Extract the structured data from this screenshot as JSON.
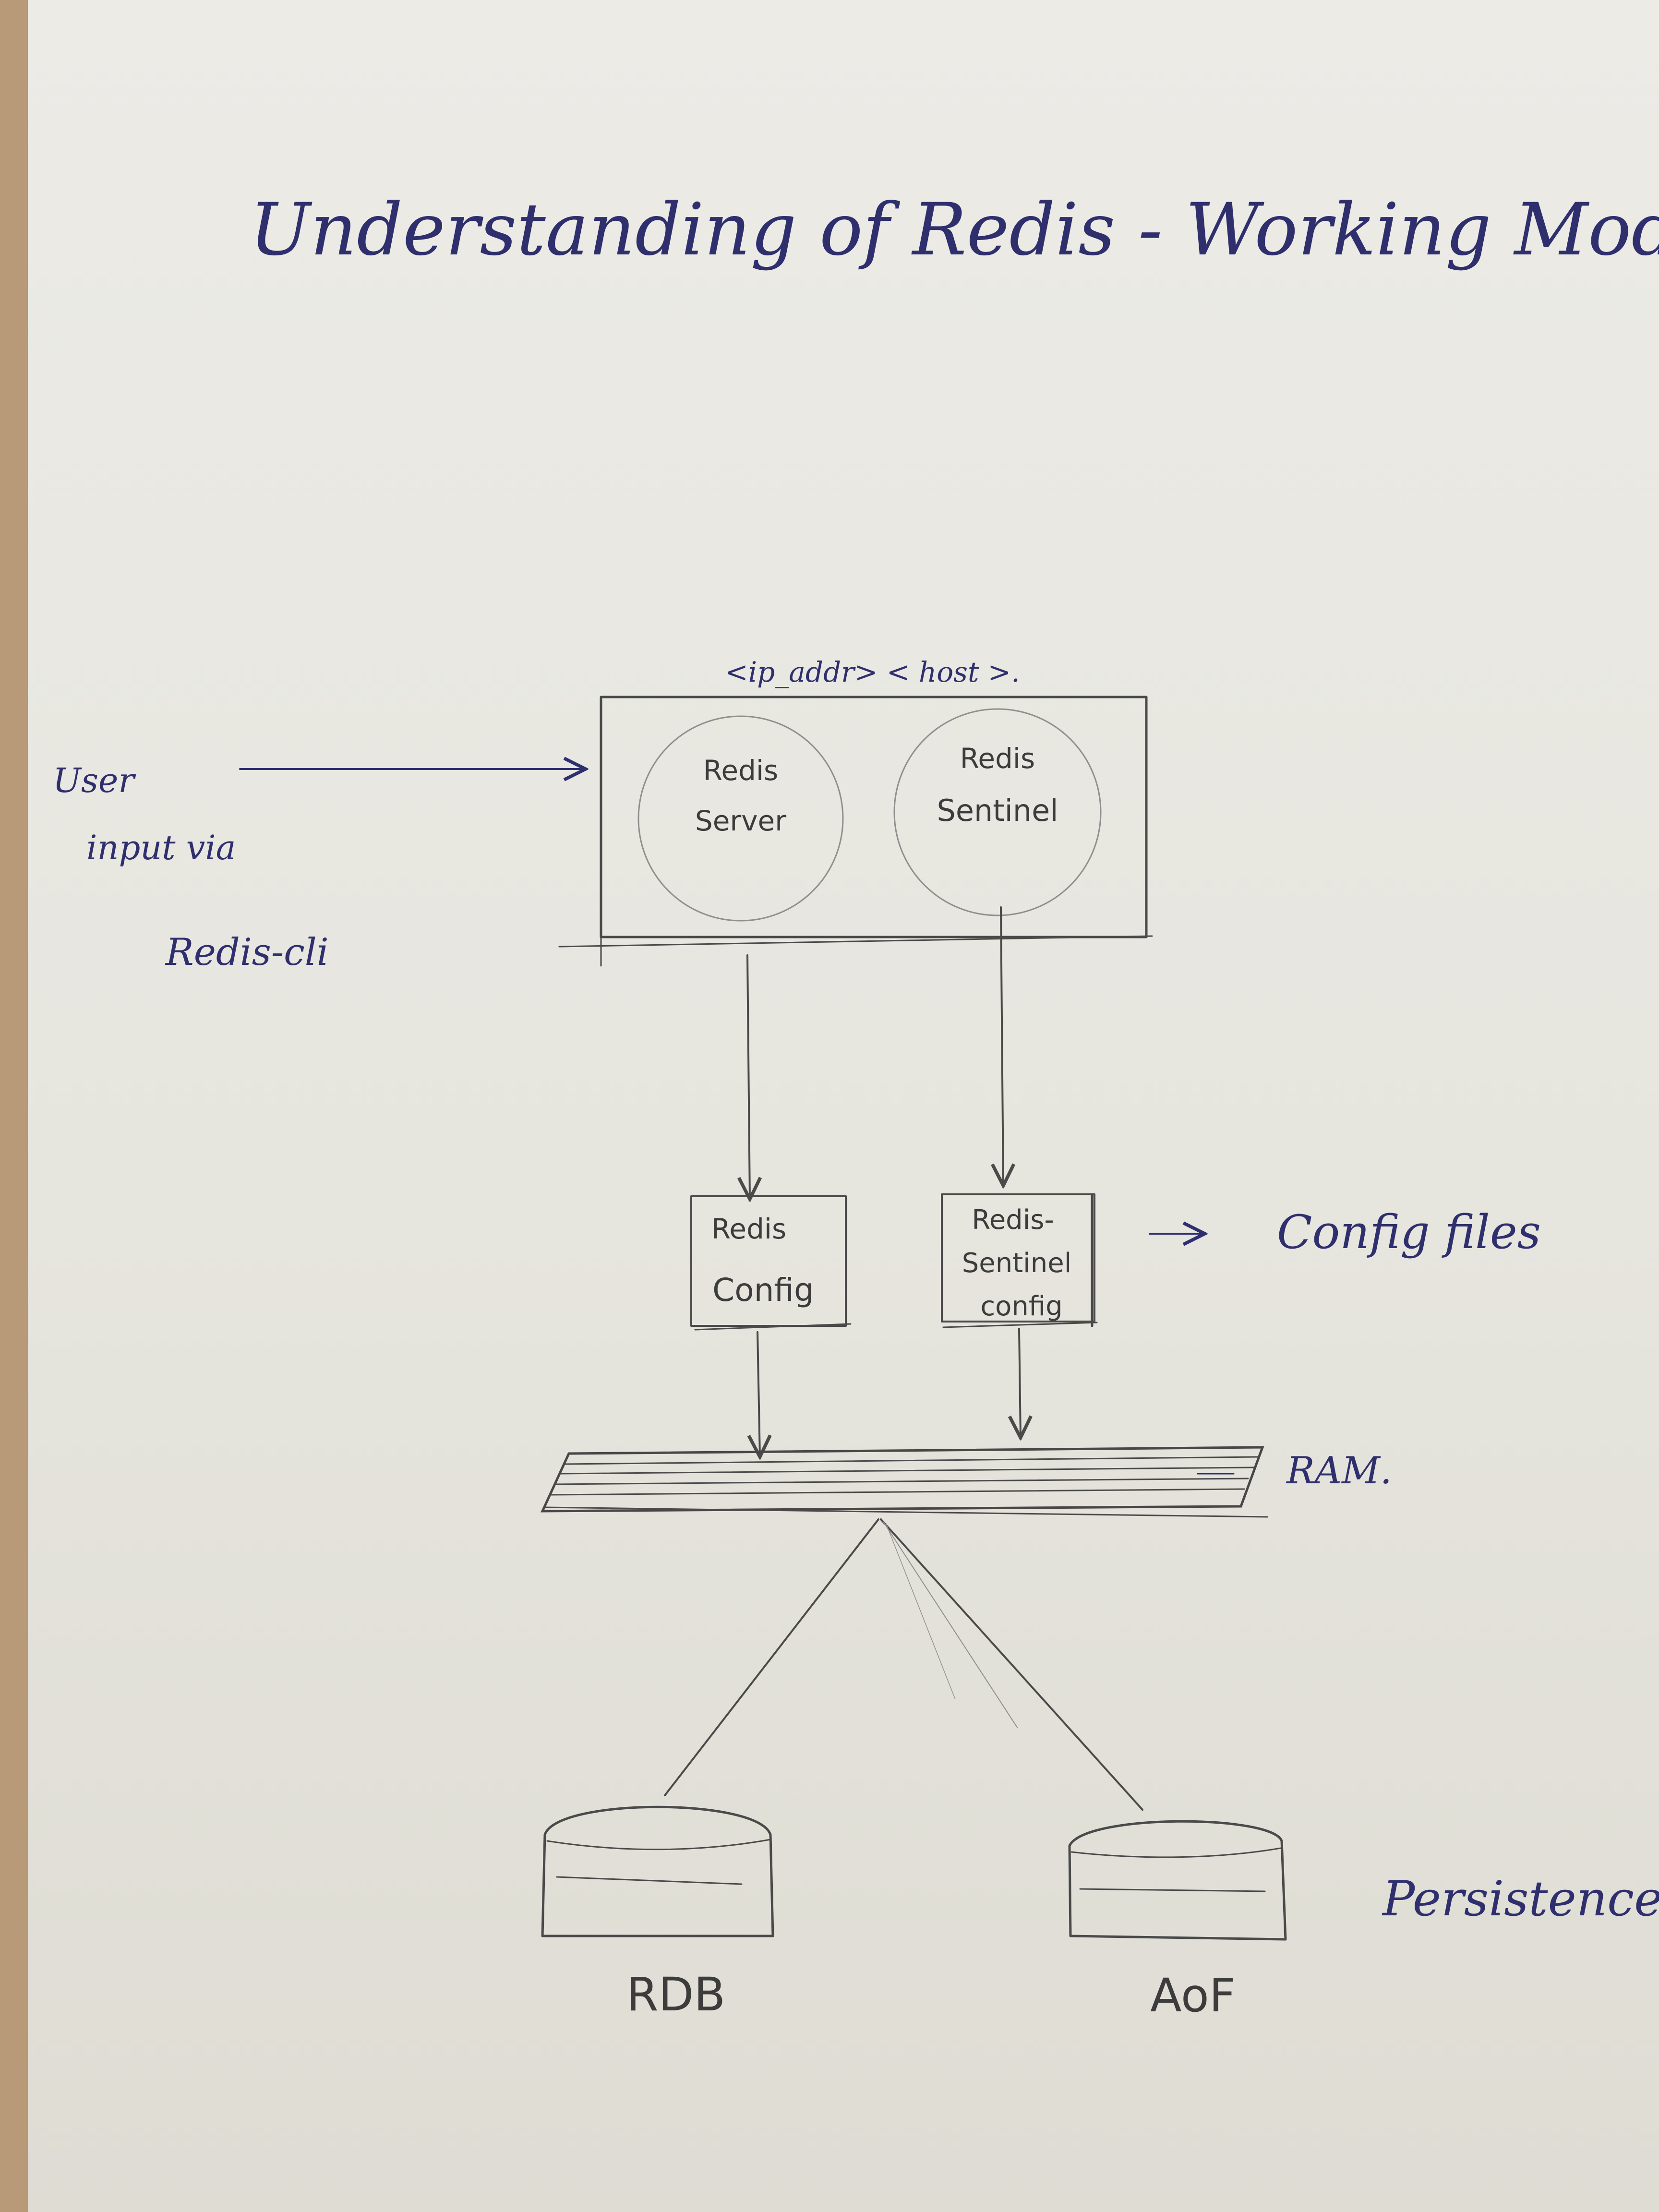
{
  "title": "Understanding of Redis - Working Model.",
  "host_label": "<ip_addr> < host >.",
  "user_input": {
    "line1": "User",
    "line2": "input via",
    "line3": "Redis-cli"
  },
  "nodes": {
    "server": {
      "line1": "Redis",
      "line2": "Server"
    },
    "sentinel": {
      "line1": "Redis",
      "line2": "Sentinel"
    }
  },
  "configs": {
    "redis": {
      "line1": "Redis",
      "line2": "Config"
    },
    "sentinel": {
      "line1": "Redis-",
      "line2": "Sentinel",
      "line3": "config"
    }
  },
  "config_files_label": "Config files",
  "ram_label": "RAM.",
  "storage": {
    "rdb": "RDB",
    "aof": "AoF"
  },
  "persistence_label": "Persistence"
}
